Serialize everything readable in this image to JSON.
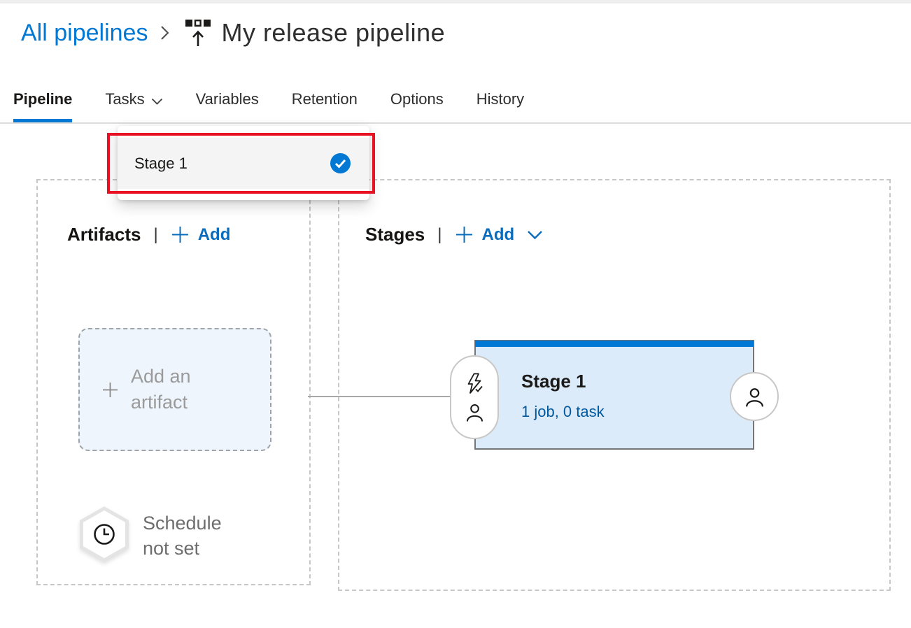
{
  "colors": {
    "accent": "#0078d4",
    "link_blue": "#0a6cbd",
    "annotation_red": "#e81123",
    "stage_card_bg": "#dcebf9",
    "stage_meta_blue": "#00589f"
  },
  "breadcrumb": {
    "parent": "All pipelines",
    "title": "My release pipeline"
  },
  "tabs": {
    "items": [
      {
        "label": "Pipeline",
        "active": true
      },
      {
        "label": "Tasks",
        "has_chevron": true
      },
      {
        "label": "Variables"
      },
      {
        "label": "Retention"
      },
      {
        "label": "Options"
      },
      {
        "label": "History"
      }
    ]
  },
  "tasks_menu": {
    "items": [
      {
        "label": "Stage 1",
        "selected": true
      }
    ]
  },
  "artifacts_panel": {
    "title": "Artifacts",
    "separator": "|",
    "add_label": "Add",
    "add_artifact_label": "Add an artifact",
    "schedule_label": "Schedule not set"
  },
  "stages_panel": {
    "title": "Stages",
    "separator": "|",
    "add_label": "Add"
  },
  "stage_card": {
    "name": "Stage 1",
    "meta": "1 job, 0 task"
  }
}
